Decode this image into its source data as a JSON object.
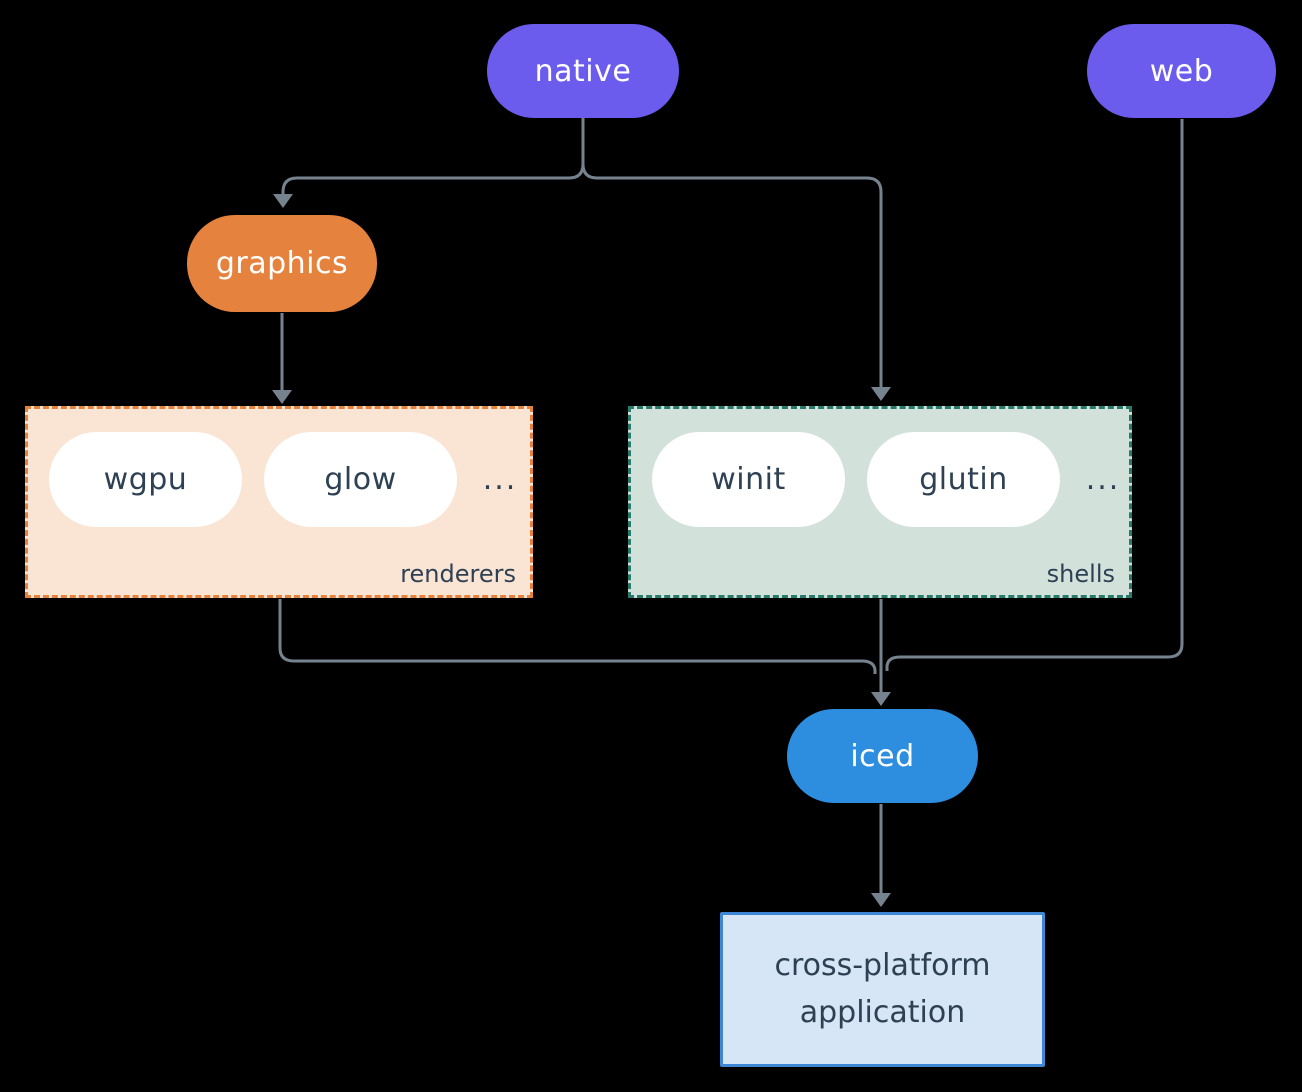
{
  "colors": {
    "bg": "#000000",
    "purple": "#6b5ced",
    "orange": "#e5823d",
    "peach": "#fae4d4",
    "teal": "#287a6b",
    "mint": "#d3e1db",
    "blue": "#2d8dde",
    "lightblue": "#d7e6f6",
    "blueborder": "#3e87d4",
    "dark": "#2e4053",
    "line": "#76838f",
    "white": "#ffffff"
  },
  "nodes": {
    "native": "native",
    "web": "web",
    "graphics": "graphics",
    "iced": "iced",
    "application": "cross-platform application"
  },
  "groups": {
    "renderers": {
      "label": "renderers",
      "items": [
        "wgpu",
        "glow"
      ],
      "ellipsis": "..."
    },
    "shells": {
      "label": "shells",
      "items": [
        "winit",
        "glutin"
      ],
      "ellipsis": "..."
    }
  }
}
